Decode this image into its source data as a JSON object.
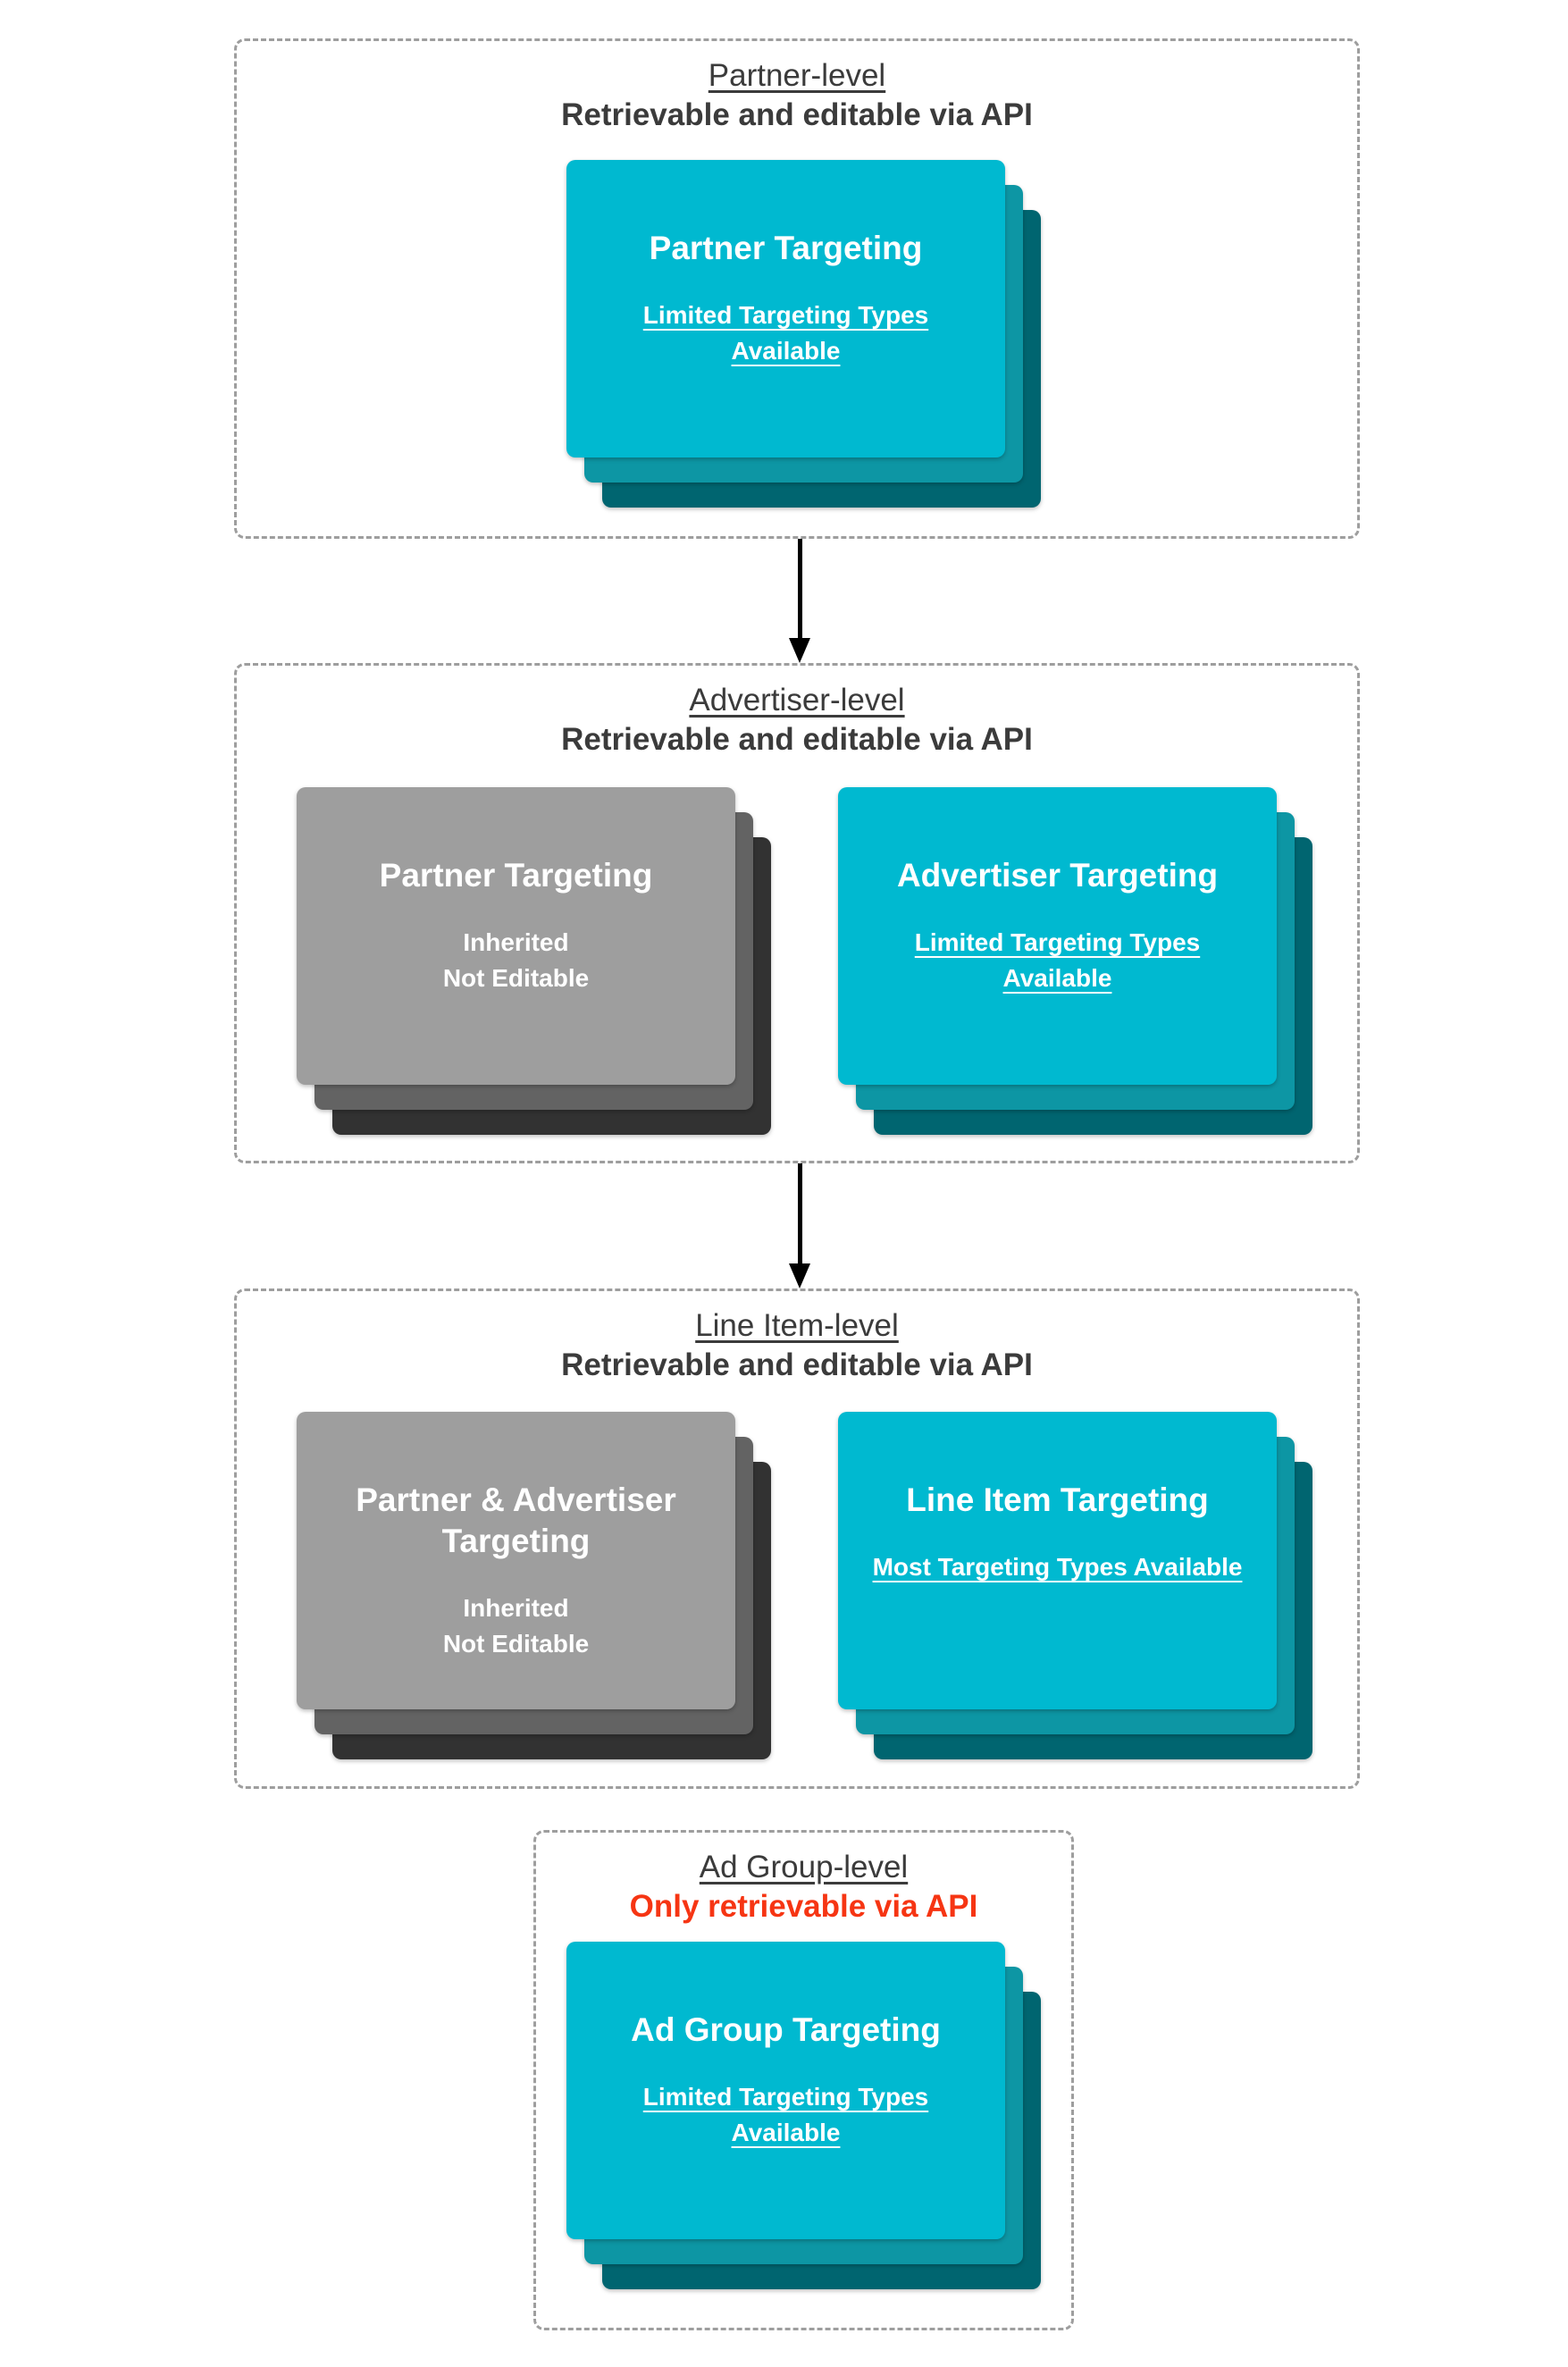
{
  "palette": {
    "cyan_front": "#00b9d0",
    "cyan_mid": "#0d96a4",
    "cyan_back": "#006570",
    "gray_front": "#9e9e9e",
    "gray_mid": "#636363",
    "gray_back": "#323232",
    "heading": "#3b3b3b",
    "alert_red": "#f63513",
    "arrow_black": "#000000",
    "border_gray": "#9e9e9e"
  },
  "sections": [
    {
      "title": "Partner-level",
      "subtitle": "Retrievable and editable via API",
      "cards": [
        {
          "variant": "cyan",
          "title": "Partner Targeting",
          "lines": [
            "Limited Targeting Types Available"
          ]
        }
      ]
    },
    {
      "title": "Advertiser-level",
      "subtitle": "Retrievable and editable via API",
      "cards": [
        {
          "variant": "gray",
          "title": "Partner Targeting",
          "lines": [
            "Inherited",
            "Not Editable"
          ]
        },
        {
          "variant": "cyan",
          "title": "Advertiser Targeting",
          "lines": [
            "Limited Targeting Types Available"
          ]
        }
      ]
    },
    {
      "title": "Line Item-level",
      "subtitle": "Retrievable and editable via API",
      "cards": [
        {
          "variant": "gray",
          "title": "Partner & Advertiser Targeting",
          "lines": [
            "Inherited",
            "Not Editable"
          ]
        },
        {
          "variant": "cyan",
          "title": "Line Item Targeting",
          "lines": [
            "Most Targeting Types Available"
          ]
        }
      ]
    },
    {
      "title": "Ad Group-level",
      "subtitle": "Only retrievable via API",
      "cards": [
        {
          "variant": "cyan",
          "title": "Ad Group Targeting",
          "lines": [
            "Limited Targeting Types Available"
          ]
        }
      ]
    }
  ]
}
